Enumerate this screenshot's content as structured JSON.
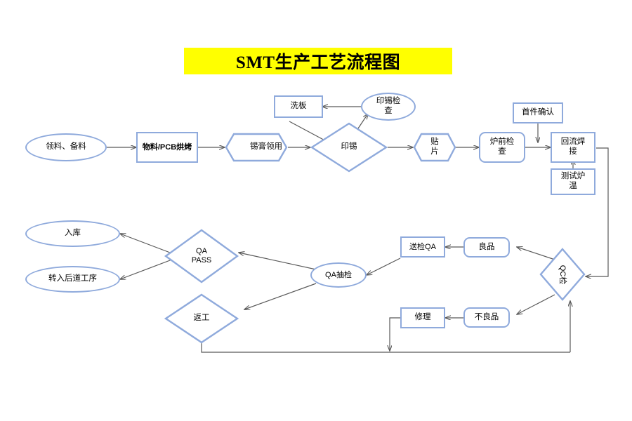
{
  "title": {
    "text": "SMT生产工艺流程图",
    "banner_color": "#ffff00"
  },
  "theme": {
    "shape_border": "#8faadc",
    "connector": "#595959",
    "background": "#ffffff",
    "text": "#000000"
  },
  "nodes": {
    "ling_liao": {
      "label": "领料、备料",
      "shape": "ellipse"
    },
    "hong_kao": {
      "label": "物料/PCB烘烤",
      "shape": "rect"
    },
    "xi_gao": {
      "label": "锡膏领用",
      "shape": "hexagon"
    },
    "yin_xi": {
      "label": "印锡",
      "shape": "diamond"
    },
    "xi_ban": {
      "label": "洗板",
      "shape": "rect"
    },
    "yin_xi_jc": {
      "label": "印锡检查",
      "shape": "ellipse"
    },
    "tie_pian": {
      "label": "贴片",
      "shape": "hexagon"
    },
    "lu_qian_jc": {
      "label": "炉前检查",
      "shape": "rounded-rect"
    },
    "shou_jian": {
      "label": "首件确认",
      "shape": "rect"
    },
    "hui_liu": {
      "label": "回流焊接",
      "shape": "rect"
    },
    "ce_shi_lu_wen": {
      "label": "测试炉温",
      "shape": "rect"
    },
    "qc_jian": {
      "label": "QC检",
      "shape": "diamond",
      "rotated": true
    },
    "liang_pin": {
      "label": "良品",
      "shape": "rounded-rect"
    },
    "bu_liang_pin": {
      "label": "不良品",
      "shape": "rounded-rect"
    },
    "song_jian_qa": {
      "label": "送检QA",
      "shape": "rect"
    },
    "xiu_li": {
      "label": "修理",
      "shape": "rect"
    },
    "qa_chou_jian": {
      "label": "QA抽检",
      "shape": "ellipse"
    },
    "qa_pass": {
      "label": "QA\nPASS",
      "line1": "QA",
      "line2": "PASS",
      "shape": "diamond"
    },
    "fan_gong": {
      "label": "返工",
      "shape": "diamond"
    },
    "ru_ku": {
      "label": "入库",
      "shape": "ellipse"
    },
    "zhuan_ru": {
      "label": "转入后道工序",
      "shape": "ellipse"
    }
  }
}
